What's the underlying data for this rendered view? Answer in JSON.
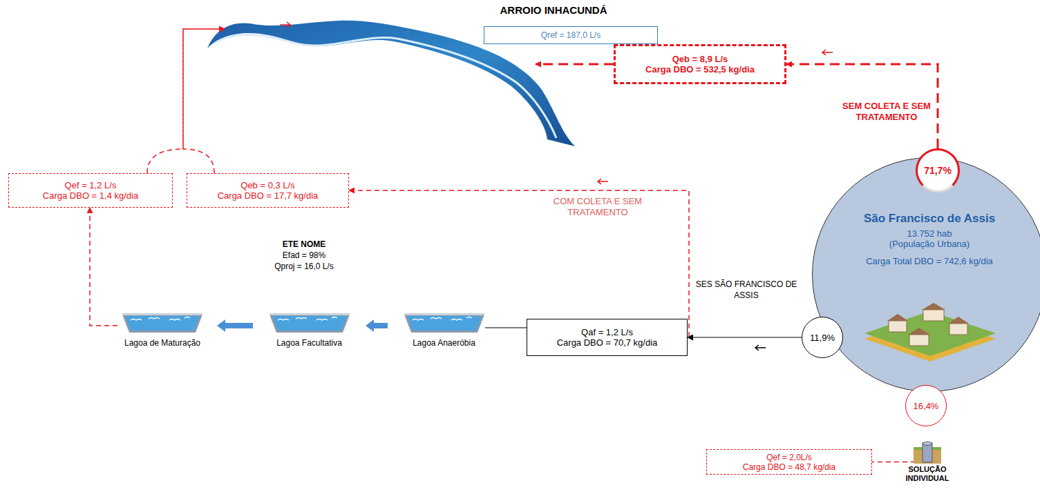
{
  "diagram": {
    "nodes": [
      {
        "text": [
          "ARROIO INHACUNDÁ",
          "Qref = 187,0 L/s"
        ]
      },
      {
        "text": [
          "Qeb = 8,9 L/s",
          "Carga DBO = 532,5 kg/dia"
        ]
      },
      {
        "text": [
          "Qef = 1,2 L/s",
          "Carga DBO = 1,4 kg/dia"
        ]
      },
      {
        "text": [
          "Qeb = 0,3 L/s",
          "Carga DBO = 17,7 kg/dia"
        ]
      },
      {
        "text": [
          "São Francisco de Assis",
          "13.752 hab",
          "(População Urbana)",
          "Carga Total DBO = 742,6 kg/dia"
        ]
      },
      {
        "text": [
          "71,7%"
        ]
      },
      {
        "text": [
          "Lagoa de Maturação"
        ]
      },
      {
        "text": [
          "Lagoa Facultativa"
        ]
      },
      {
        "text": [
          "Lagoa Anaeróbia"
        ]
      },
      {
        "text": [
          "Qaf = 1,2 L/s",
          "Carga DBO = 70,7 kg/dia"
        ]
      },
      {
        "text": [
          "11,9%"
        ]
      },
      {
        "text": [
          "16,4%"
        ]
      },
      {
        "text": [
          "Qef = 2,0L/s",
          "Carga DBO = 48,7 kg/dia"
        ]
      },
      {
        "text": [
          "SOLUÇÃO INDIVIDUAL"
        ]
      }
    ],
    "edges": [
      {
        "from": 5,
        "to": 1,
        "arrow": "to",
        "label": "SEM COLETA E SEM TRATAMENTO"
      },
      {
        "from": 1,
        "to": 0,
        "arrow": "to"
      },
      {
        "from": 2,
        "to": 0,
        "arrow": "to"
      },
      {
        "from": 3,
        "to": 0,
        "arrow": "to"
      },
      {
        "from": 6,
        "to": 2,
        "arrow": "to"
      },
      {
        "from": 7,
        "to": 6,
        "arrow": "to"
      },
      {
        "from": 8,
        "to": 7,
        "arrow": "to"
      },
      {
        "from": 9,
        "to": 8,
        "arrow": "none"
      },
      {
        "from": 10,
        "to": 9,
        "arrow": "to",
        "label": "SES SÃO FRANCISCO DE ASSIS"
      },
      {
        "from": 10,
        "to": 3,
        "arrow": "to",
        "label": "COM COLETA E SEM TRATAMENTO"
      },
      {
        "from": 13,
        "to": 12,
        "arrow": "none"
      }
    ],
    "labels": [
      "ETE NOME",
      "Efad = 98%",
      "Qproj = 16,0 L/s"
    ]
  }
}
